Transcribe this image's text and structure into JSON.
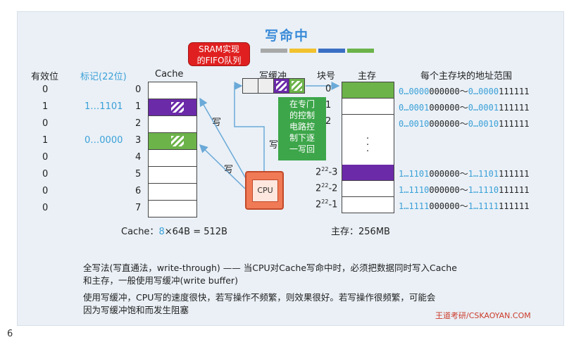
{
  "page": {
    "number": "6",
    "watermark": "王道考研/CSKAOYAN.COM"
  },
  "title": "写命中",
  "sram_callout": {
    "line1": "SRAM实现",
    "line2": "的FIFO队列"
  },
  "color_bar": [
    "#a8a8a8",
    "#f2c12e",
    "#3a6fc4",
    "#6cb34a"
  ],
  "cache_table": {
    "valid_header": "有效位",
    "tag_header": "标记(22位)",
    "cache_header": "Cache",
    "rows": [
      {
        "index": "0",
        "valid": "0",
        "tag": ""
      },
      {
        "index": "1",
        "valid": "1",
        "tag": "1…1101"
      },
      {
        "index": "2",
        "valid": "0",
        "tag": ""
      },
      {
        "index": "3",
        "valid": "1",
        "tag": "0…0000"
      },
      {
        "index": "4",
        "valid": "0",
        "tag": ""
      },
      {
        "index": "5",
        "valid": "0",
        "tag": ""
      },
      {
        "index": "6",
        "valid": "0",
        "tag": ""
      },
      {
        "index": "7",
        "valid": "0",
        "tag": ""
      }
    ],
    "caption_prefix": "Cache：",
    "caption_highlight": "8",
    "caption_suffix": "×64B = 512B"
  },
  "write_buffer": {
    "label": "写缓冲"
  },
  "write_labels": {
    "top": "写",
    "middle": "写",
    "bottom": "写"
  },
  "note": {
    "text": "在专门的控制电路控制下逐一写回",
    "lines": [
      "在专门",
      "的控制",
      "电路控",
      "制下逐",
      "一写回"
    ]
  },
  "cpu": {
    "label": "CPU"
  },
  "main_memory": {
    "block_header": "块号",
    "mem_header": "主存",
    "range_header": "每个主存块的地址范围",
    "caption": "主存：256MB",
    "rows": [
      {
        "block": "0",
        "addr_from_a": "0…0000",
        "addr_from_b": "000000",
        "addr_to_a": "0…0000",
        "addr_to_b": "111111"
      },
      {
        "block": "1",
        "addr_from_a": "0…0001",
        "addr_from_b": "000000",
        "addr_to_a": "0…0001",
        "addr_to_b": "111111"
      },
      {
        "block": "2",
        "addr_from_a": "0…0010",
        "addr_from_b": "000000",
        "addr_to_a": "0…0010",
        "addr_to_b": "111111"
      },
      {
        "block_base": "2",
        "block_exp": "22",
        "block_suffix": "-3",
        "addr_from_a": "1…1101",
        "addr_from_b": "000000",
        "addr_to_a": "1…1101",
        "addr_to_b": "111111"
      },
      {
        "block_base": "2",
        "block_exp": "22",
        "block_suffix": "-2",
        "addr_from_a": "1…1110",
        "addr_from_b": "000000",
        "addr_to_a": "1…1110",
        "addr_to_b": "111111"
      },
      {
        "block_base": "2",
        "block_exp": "22",
        "block_suffix": "-1",
        "addr_from_a": "1…1111",
        "addr_from_b": "000000",
        "addr_to_a": "1…1111",
        "addr_to_b": "111111"
      }
    ],
    "ellipsis_dots": [
      "·",
      "·",
      "·"
    ],
    "range_sep": "～"
  },
  "text": {
    "p1_line1": "全写法(写直通法，write-through) —— 当CPU对Cache写命中时，必须把数据同时写入Cache",
    "p1_line2": "和主存，一般使用写缓冲(write buffer)",
    "p2_line1": "使用写缓冲，CPU写的速度很快，若写操作不频繁，则效果很好。若写操作很频繁，可能会",
    "p2_line2": "因为写缓冲饱和而发生阻塞"
  }
}
